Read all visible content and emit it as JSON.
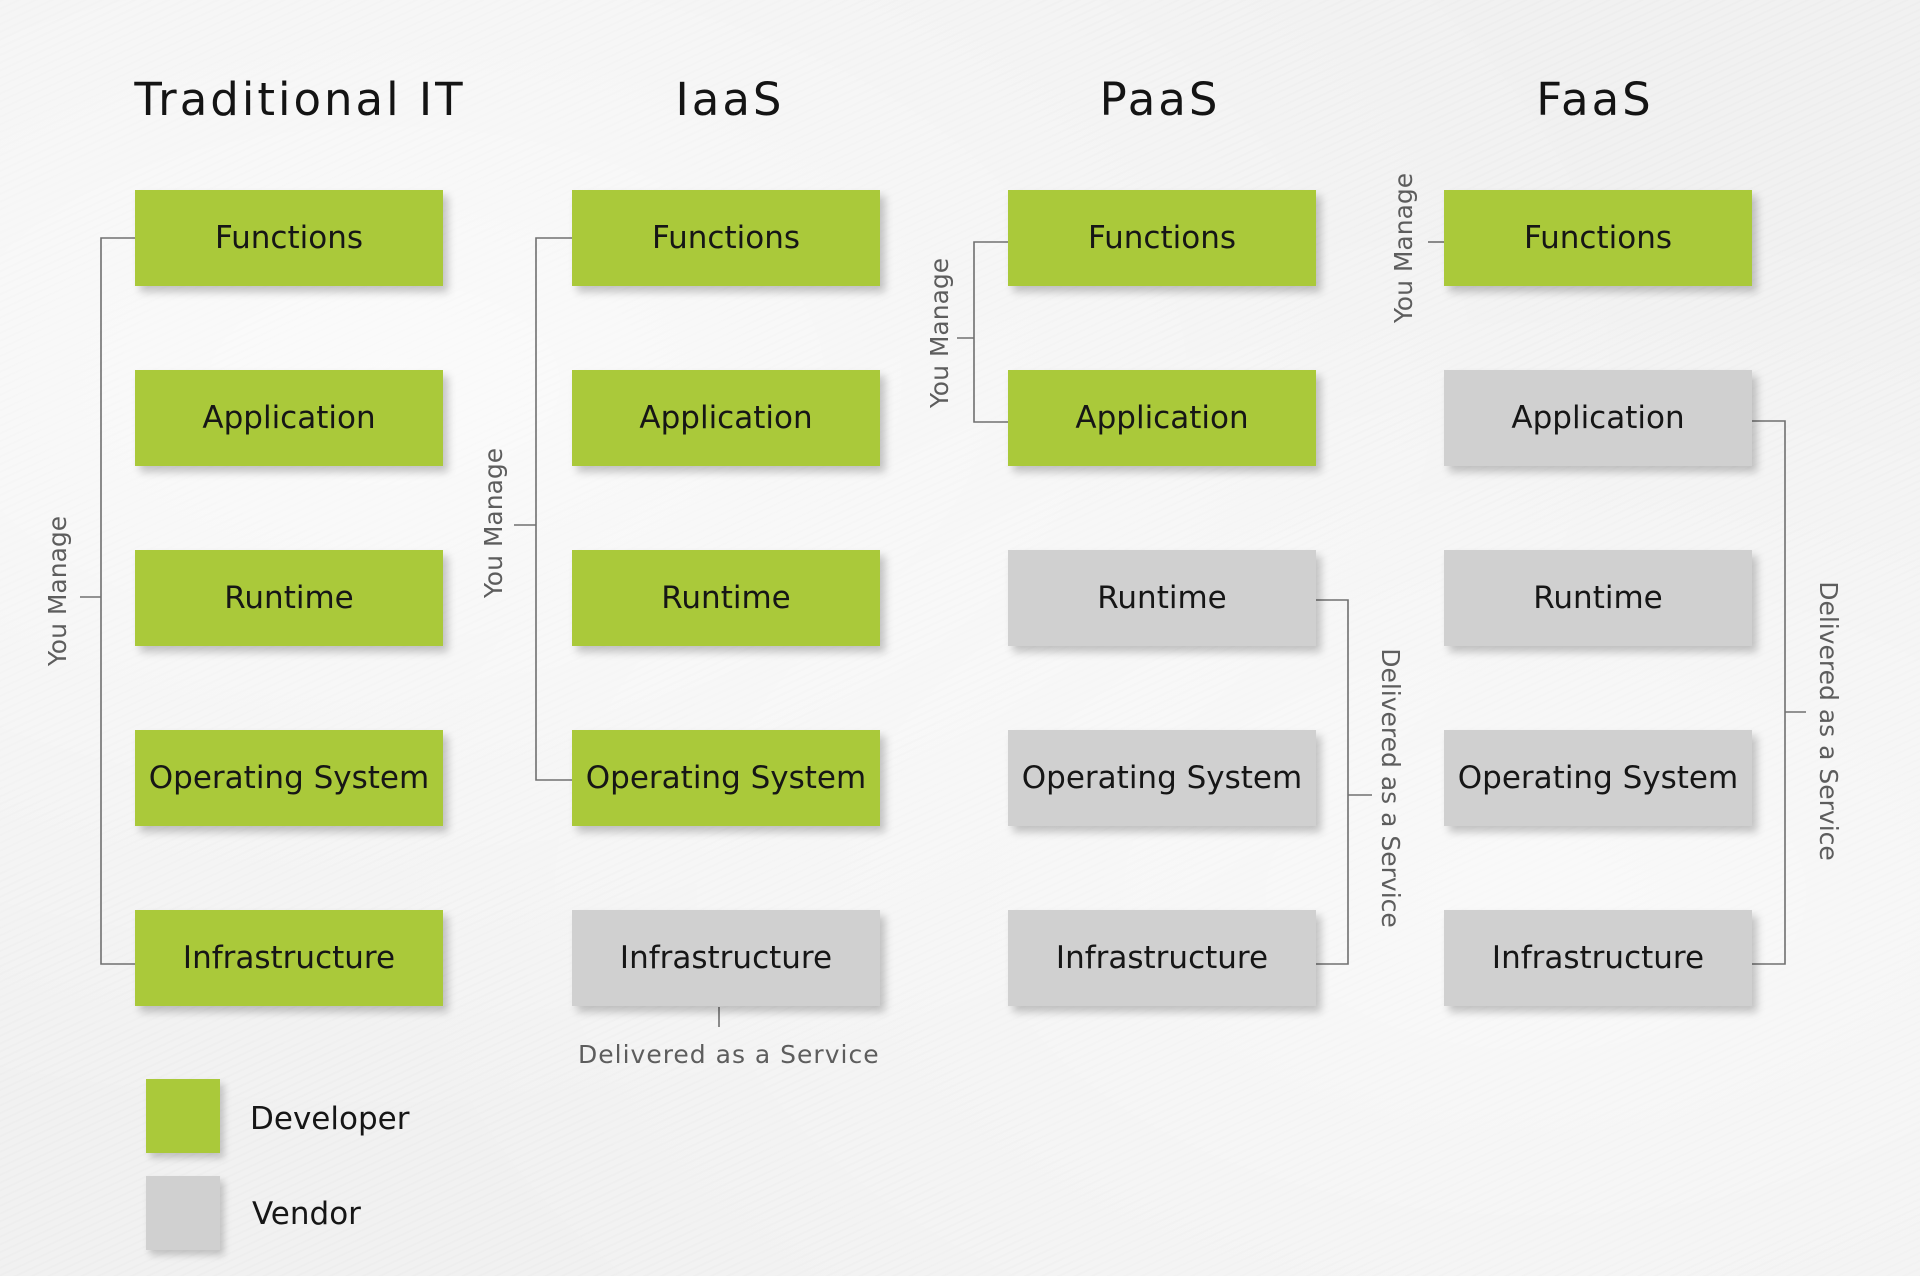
{
  "columns": [
    {
      "title": "Traditional IT",
      "layers": [
        {
          "label": "Functions",
          "owner": "developer"
        },
        {
          "label": "Application",
          "owner": "developer"
        },
        {
          "label": "Runtime",
          "owner": "developer"
        },
        {
          "label": "Operating System",
          "owner": "developer"
        },
        {
          "label": "Infrastructure",
          "owner": "developer"
        }
      ],
      "you_manage_label": "You Manage"
    },
    {
      "title": "IaaS",
      "layers": [
        {
          "label": "Functions",
          "owner": "developer"
        },
        {
          "label": "Application",
          "owner": "developer"
        },
        {
          "label": "Runtime",
          "owner": "developer"
        },
        {
          "label": "Operating System",
          "owner": "developer"
        },
        {
          "label": "Infrastructure",
          "owner": "vendor"
        }
      ],
      "you_manage_label": "You Manage",
      "delivered_label": "Delivered as a Service"
    },
    {
      "title": "PaaS",
      "layers": [
        {
          "label": "Functions",
          "owner": "developer"
        },
        {
          "label": "Application",
          "owner": "developer"
        },
        {
          "label": "Runtime",
          "owner": "vendor"
        },
        {
          "label": "Operating System",
          "owner": "vendor"
        },
        {
          "label": "Infrastructure",
          "owner": "vendor"
        }
      ],
      "you_manage_label": "You Manage",
      "delivered_label": "Delivered as a Service"
    },
    {
      "title": "FaaS",
      "layers": [
        {
          "label": "Functions",
          "owner": "developer"
        },
        {
          "label": "Application",
          "owner": "vendor"
        },
        {
          "label": "Runtime",
          "owner": "vendor"
        },
        {
          "label": "Operating System",
          "owner": "vendor"
        },
        {
          "label": "Infrastructure",
          "owner": "vendor"
        }
      ],
      "you_manage_label": "You Manage",
      "delivered_label": "Delivered as a Service"
    }
  ],
  "legend": [
    {
      "label": "Developer",
      "color": "#aac93a"
    },
    {
      "label": "Vendor",
      "color": "#d0d0d0"
    }
  ],
  "colors": {
    "developer": "#aac93a",
    "vendor": "#d0d0d0",
    "connector": "#707070"
  }
}
